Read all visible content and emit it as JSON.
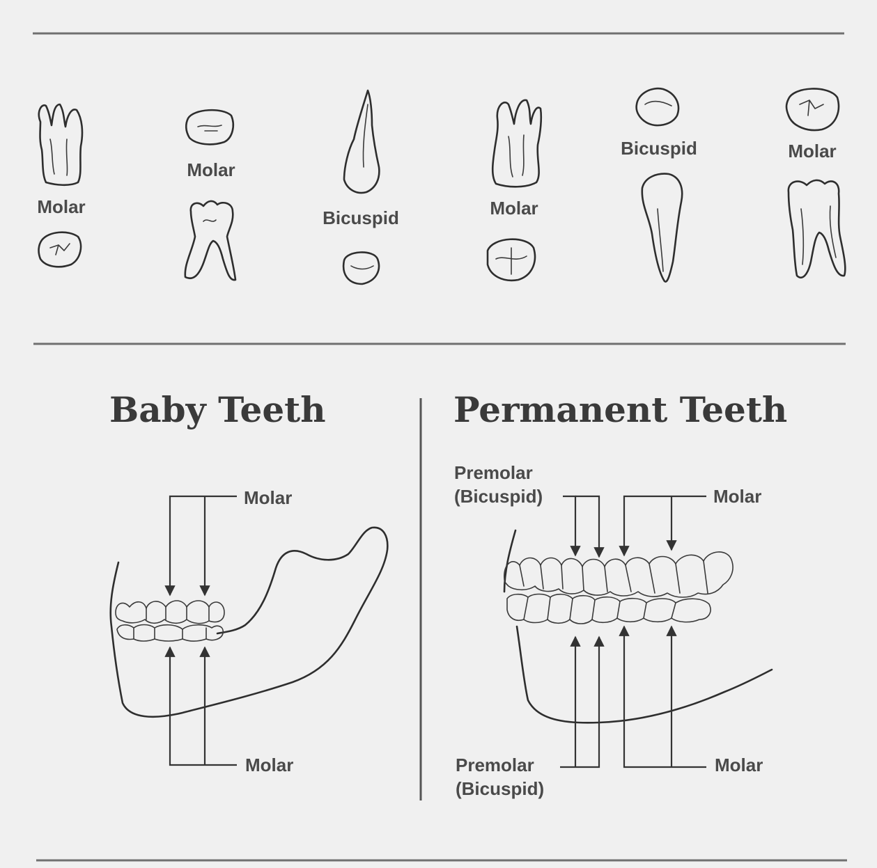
{
  "top_labels": {
    "t1": "Molar",
    "t2": "Molar",
    "t3": "Bicuspid",
    "t4": "Molar",
    "t5": "Bicuspid",
    "t6": "Molar"
  },
  "baby": {
    "title": "Baby Teeth",
    "upper_label": "Molar",
    "lower_label": "Molar"
  },
  "permanent": {
    "title": "Permanent Teeth",
    "upper_left_label_line1": "Premolar",
    "upper_left_label_line2": "(Bicuspid)",
    "upper_right_label": "Molar",
    "lower_left_label_line1": "Premolar",
    "lower_left_label_line2": "(Bicuspid)",
    "lower_right_label": "Molar"
  },
  "colors": {
    "background": "#f0f0f0",
    "ink": "#2e2e2e",
    "label": "#4a4a4a"
  }
}
